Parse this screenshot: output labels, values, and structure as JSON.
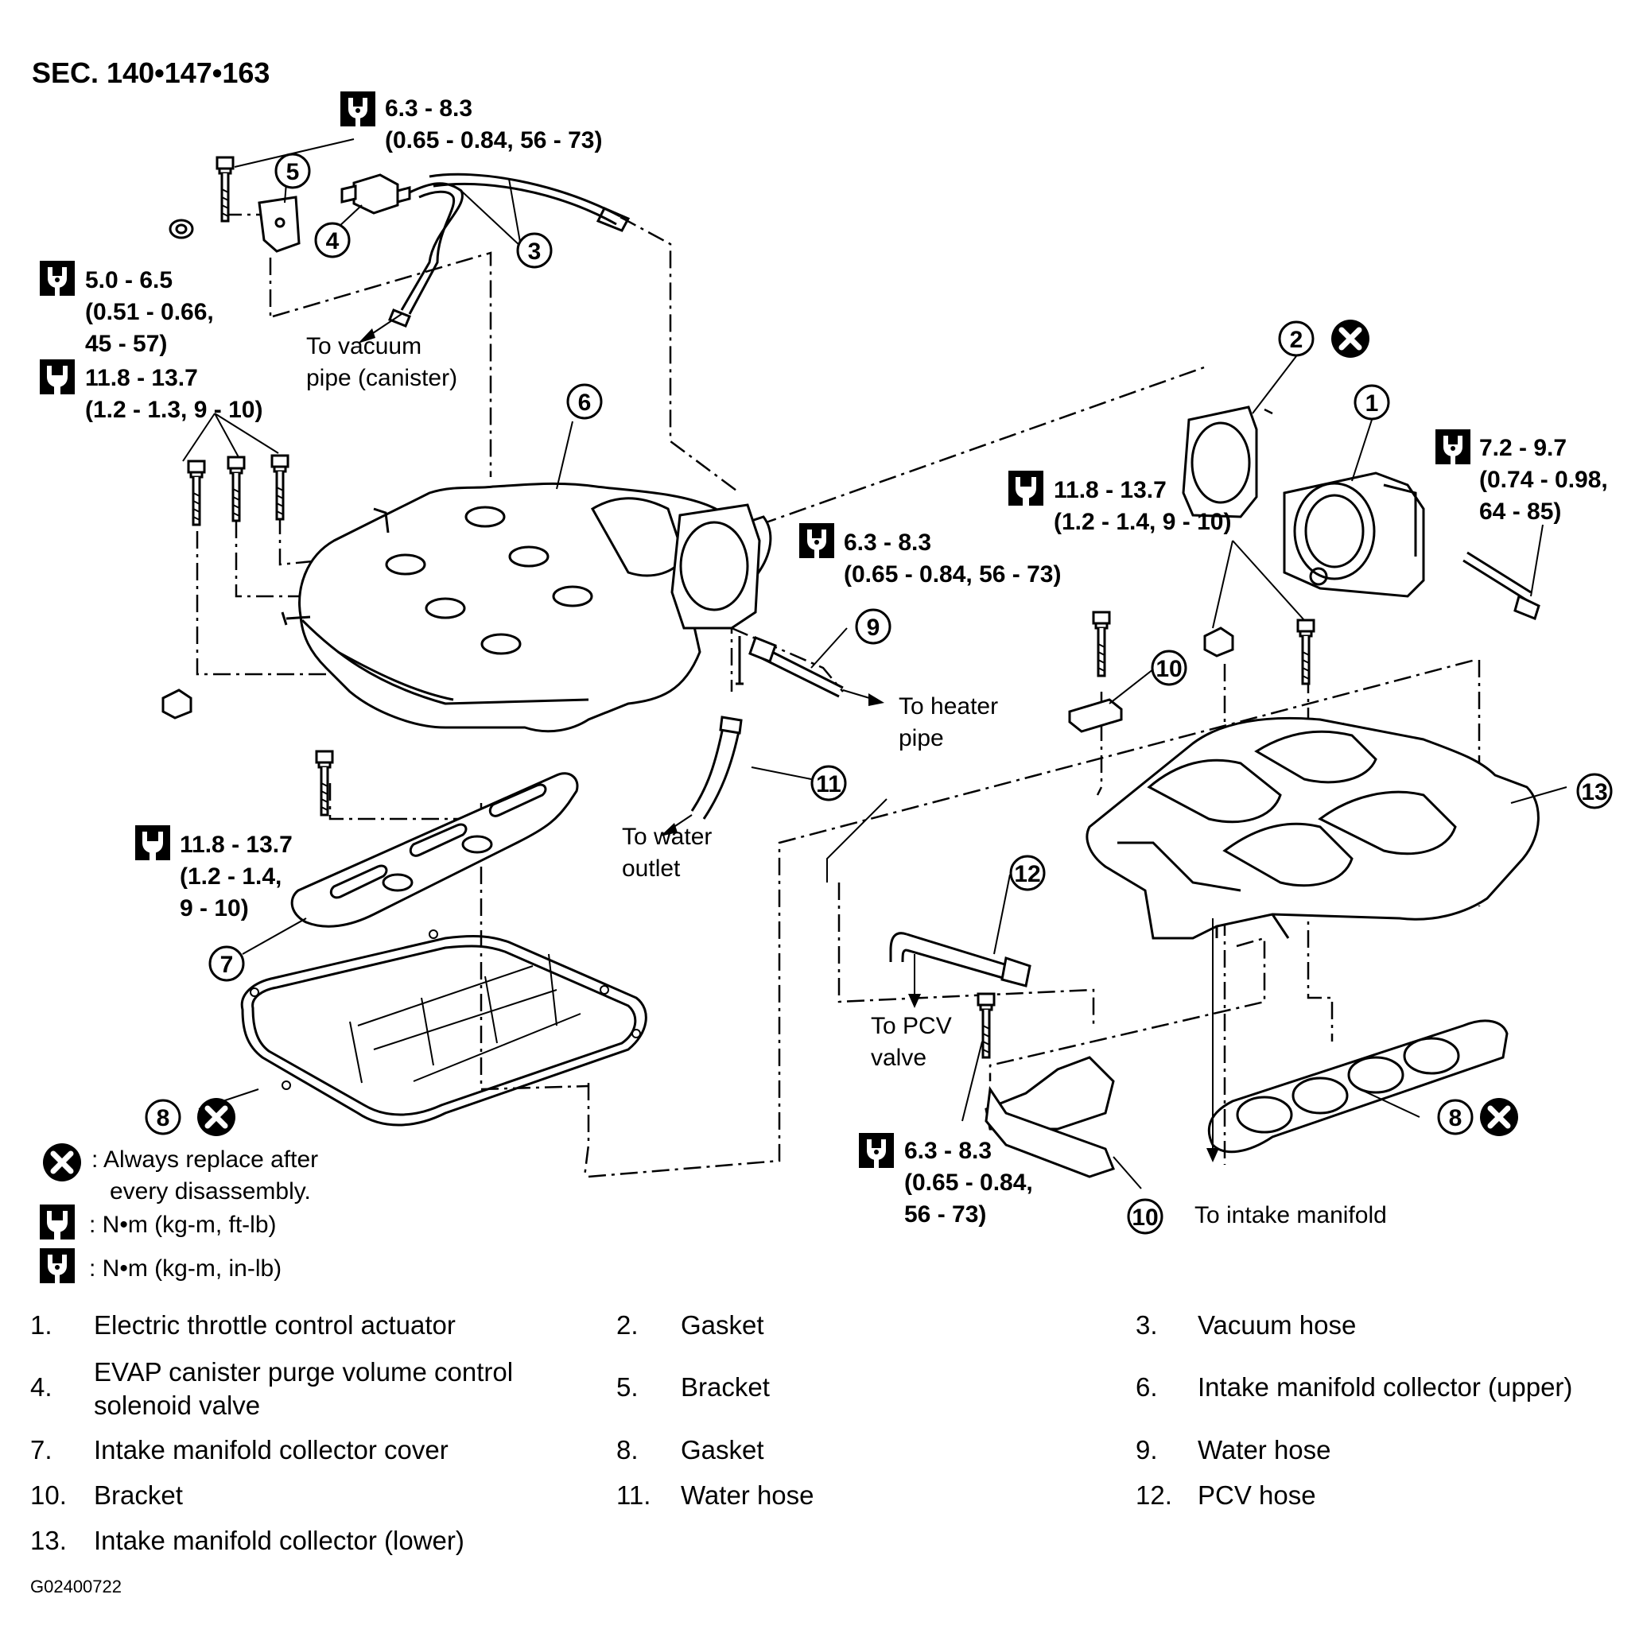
{
  "section": "SEC. 140•147•163",
  "figure_code": "G02400722",
  "torque_specs": {
    "t_top": {
      "line1": "6.3 - 8.3",
      "line2": "(0.65 - 0.84, 56 - 73)"
    },
    "t_bracket": {
      "line1": "5.0 - 6.5",
      "line2": "(0.51 - 0.66,",
      "line3": "45 - 57)"
    },
    "t_bolts_upper": {
      "line1": "11.8 - 13.7",
      "line2": "(1.2 - 1.3, 9 - 10)"
    },
    "t_center": {
      "line1": "6.3 - 8.3",
      "line2": "(0.65 - 0.84, 56 - 73)"
    },
    "t_right_bolts": {
      "line1": "11.8 - 13.7",
      "line2": "(1.2 - 1.4, 9 - 10)"
    },
    "t_throttle": {
      "line1": "7.2 - 9.7",
      "line2": "(0.74 - 0.98,",
      "line3": "64 - 85)"
    },
    "t_cover": {
      "line1": "11.8 - 13.7",
      "line2": "(1.2 - 1.4,",
      "line3": "9 - 10)"
    },
    "t_lower_bracket": {
      "line1": "6.3 - 8.3",
      "line2": "(0.65 - 0.84,",
      "line3": "56 - 73)"
    }
  },
  "notes": {
    "to_vacuum_1": "To vacuum",
    "to_vacuum_2": "pipe (canister)",
    "to_heater_1": "To heater",
    "to_heater_2": "pipe",
    "to_water_1": "To water",
    "to_water_2": "outlet",
    "to_pcv_1": "To PCV",
    "to_pcv_2": "valve",
    "to_intake": "To intake manifold"
  },
  "callouts": [
    "1",
    "2",
    "3",
    "4",
    "5",
    "6",
    "7",
    "8",
    "9",
    "10",
    "11",
    "12",
    "13"
  ],
  "legend": {
    "replace_1": ": Always replace after",
    "replace_2": "every disassembly.",
    "units_ft": ":  N•m  (kg-m,  ft-lb)",
    "units_in": ":  N•m  (kg-m,  in-lb)"
  },
  "parts_list": [
    {
      "num": "1.",
      "name": "Electric throttle control actuator"
    },
    {
      "num": "2.",
      "name": "Gasket"
    },
    {
      "num": "3.",
      "name": "Vacuum hose"
    },
    {
      "num": "4.",
      "name": "EVAP canister purge volume control",
      "name2": "solenoid valve"
    },
    {
      "num": "5.",
      "name": "Bracket"
    },
    {
      "num": "6.",
      "name": "Intake manifold collector (upper)"
    },
    {
      "num": "7.",
      "name": "Intake manifold collector cover"
    },
    {
      "num": "8.",
      "name": "Gasket"
    },
    {
      "num": "9.",
      "name": "Water hose"
    },
    {
      "num": "10.",
      "name": "Bracket"
    },
    {
      "num": "11.",
      "name": "Water hose"
    },
    {
      "num": "12.",
      "name": "PCV hose"
    },
    {
      "num": "13.",
      "name": "Intake manifold collector (lower)"
    }
  ]
}
